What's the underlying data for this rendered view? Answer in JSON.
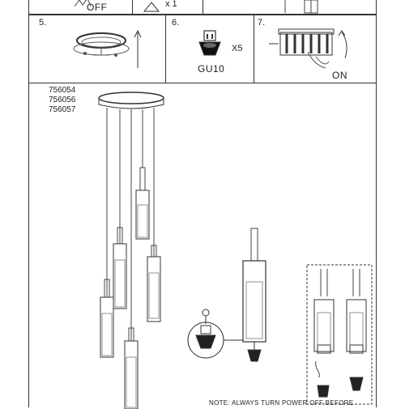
{
  "top_row": {
    "off_label": "OFF",
    "x1_label": "x 1"
  },
  "panels": [
    {
      "number": "5."
    },
    {
      "number": "6.",
      "bulb_label": "GU10",
      "qty_label": "X5"
    },
    {
      "number": "7.",
      "on_label": "ON"
    }
  ],
  "models": [
    "756054",
    "756056",
    "756057"
  ],
  "bottom_note": "NOTE: ALWAYS TURN POWER OFF BEFORE"
}
